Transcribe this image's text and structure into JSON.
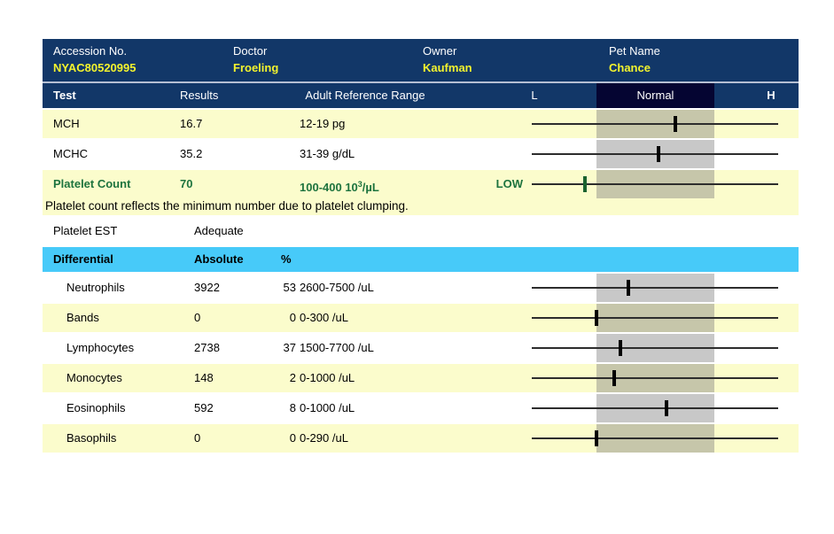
{
  "patient_header": {
    "fields": [
      {
        "label": "Accession No.",
        "value": "NYAC80520995"
      },
      {
        "label": "Doctor",
        "value": "Froeling"
      },
      {
        "label": "Owner",
        "value": "Kaufman"
      },
      {
        "label": "Pet Name",
        "value": "Chance"
      }
    ]
  },
  "column_header": {
    "test": "Test",
    "results": "Results",
    "ref_range": "Adult Reference Range",
    "low": "L",
    "normal": "Normal",
    "high": "H"
  },
  "sections": {
    "main_rows": [
      {
        "name": "MCH",
        "result": "16.7",
        "ref": "12-19 pg",
        "value": 16.7,
        "range_low": 12,
        "range_high": 19,
        "bg": "yellow",
        "chart": true
      },
      {
        "name": "MCHC",
        "result": "35.2",
        "ref": "31-39 g/dL",
        "value": 35.2,
        "range_low": 31,
        "range_high": 39,
        "bg": "white",
        "chart": true
      },
      {
        "name": "Platelet Count",
        "result": "70",
        "ref_base": "100-400 10",
        "ref_sup": "3",
        "ref_rest": "/µL",
        "flag": "LOW",
        "abnormal": true,
        "value": 70,
        "range_low": 100,
        "range_high": 400,
        "bg": "yellow",
        "chart": true,
        "note": "Platelet count reflects the minimum number due to platelet clumping."
      },
      {
        "name": "Platelet EST",
        "result": "Adequate",
        "result_alt": true,
        "bg": "white",
        "chart": false
      }
    ],
    "differential": {
      "title": "Differential",
      "col_absolute": "Absolute",
      "col_percent": "%",
      "rows": [
        {
          "name": "Neutrophils",
          "absolute": "3922",
          "percent": "53",
          "ref": "2600-7500 /uL",
          "value": 3922,
          "range_low": 2600,
          "range_high": 7500,
          "bg": "white"
        },
        {
          "name": "Bands",
          "absolute": "0",
          "percent": "0",
          "ref": "0-300 /uL",
          "value": 0,
          "range_low": 0,
          "range_high": 300,
          "bg": "yellow"
        },
        {
          "name": "Lymphocytes",
          "absolute": "2738",
          "percent": "37",
          "ref": "1500-7700 /uL",
          "value": 2738,
          "range_low": 1500,
          "range_high": 7700,
          "bg": "white"
        },
        {
          "name": "Monocytes",
          "absolute": "148",
          "percent": "2",
          "ref": "0-1000 /uL",
          "value": 148,
          "range_low": 0,
          "range_high": 1000,
          "bg": "yellow"
        },
        {
          "name": "Eosinophils",
          "absolute": "592",
          "percent": "8",
          "ref": "0-1000 /uL",
          "value": 592,
          "range_low": 0,
          "range_high": 1000,
          "bg": "white"
        },
        {
          "name": "Basophils",
          "absolute": "0",
          "percent": "0",
          "ref": "0-290 /uL",
          "value": 0,
          "range_low": 0,
          "range_high": 290,
          "bg": "yellow"
        }
      ]
    }
  },
  "colors": {
    "header_navy": "#123768",
    "normal_header_cell": "#050532",
    "row_yellow": "#fbfccc",
    "differential_blue": "#47caf9",
    "abnormal_green": "#1d733e",
    "header_value_yellow": "#f3f32e",
    "range_band_gray": "rgba(125,125,125,0.42)"
  }
}
